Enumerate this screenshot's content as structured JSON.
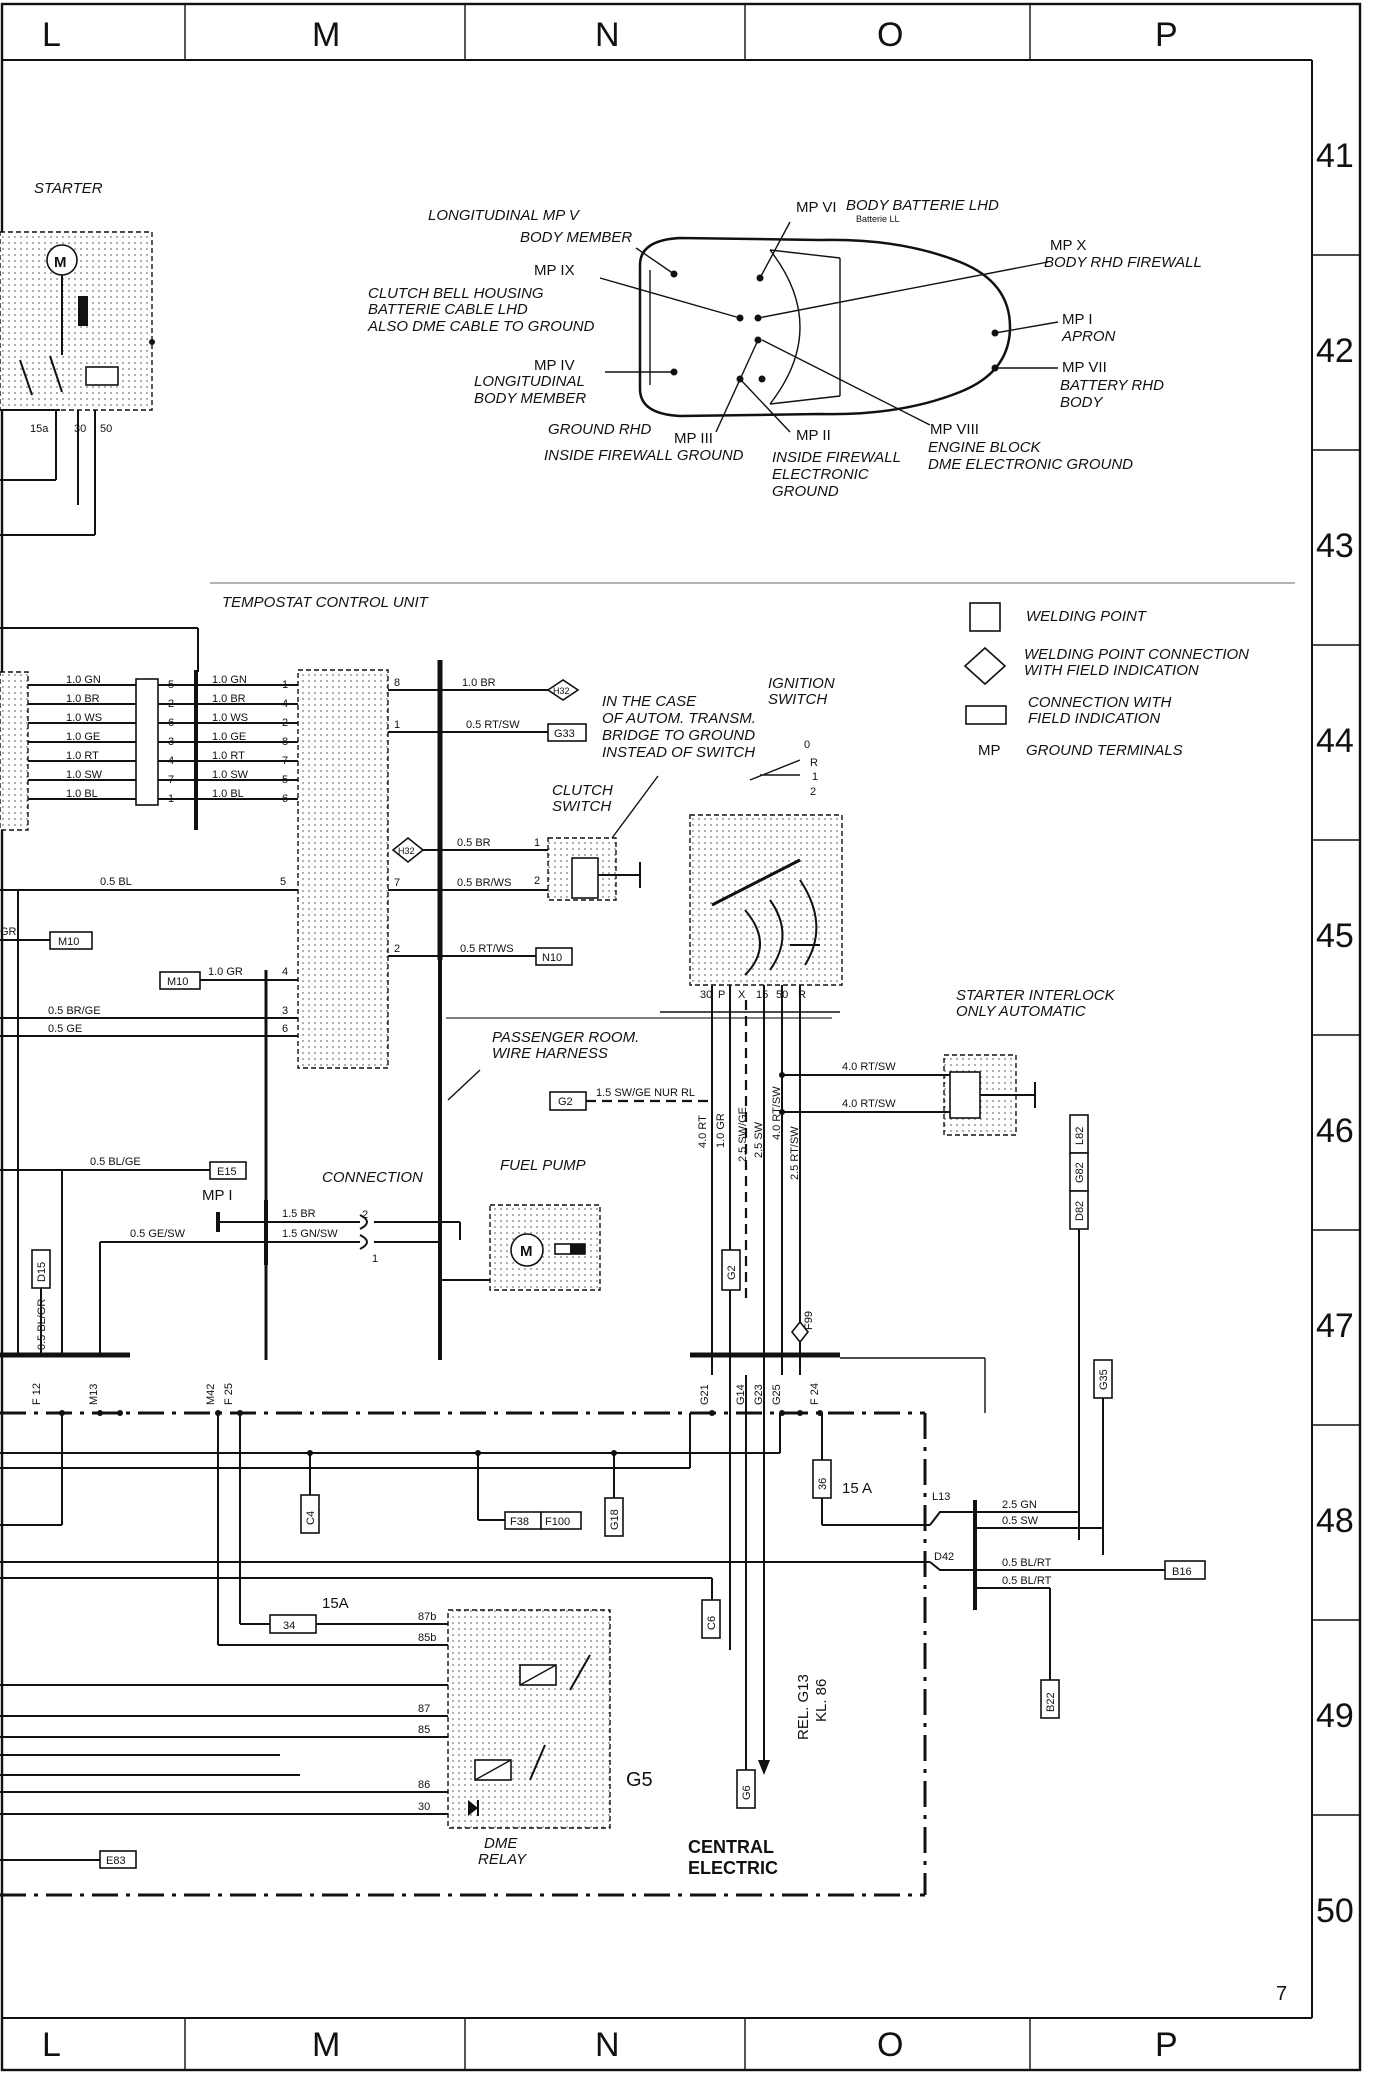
{
  "grid": {
    "columns": [
      "L",
      "M",
      "N",
      "O",
      "P"
    ],
    "rows": [
      "41",
      "42",
      "43",
      "44",
      "45",
      "46",
      "47",
      "48",
      "49",
      "50"
    ],
    "page_number": "7"
  },
  "components": {
    "starter": "STARTER",
    "tempostat": "TEMPOSTAT CONTROL UNIT",
    "ignition_switch": [
      "IGNITION",
      "SWITCH"
    ],
    "ignition_positions": [
      "0",
      "R",
      "1",
      "2"
    ],
    "clutch_switch": [
      "CLUTCH",
      "SWITCH"
    ],
    "autom_note": [
      "IN THE CASE",
      "OF AUTOM. TRANSM.",
      "BRIDGE TO GROUND",
      "INSTEAD OF SWITCH"
    ],
    "starter_interlock": [
      "STARTER INTERLOCK",
      "ONLY AUTOMATIC"
    ],
    "passenger_harness": [
      "PASSENGER ROOM.",
      "WIRE HARNESS"
    ],
    "connection": "CONNECTION",
    "fuel_pump": "FUEL PUMP",
    "dme_relay": [
      "DME",
      "RELAY"
    ],
    "central_electric": [
      "CENTRAL",
      "ELECTRIC"
    ],
    "rel_g13": [
      "REL. G13",
      "KL. 86"
    ],
    "g5": "G5",
    "mp1": "MP I",
    "fuse_15a_a": "15 A",
    "fuse_15a_b": "15A"
  },
  "legend": {
    "welding_point": "WELDING POINT",
    "welding_point_conn": [
      "WELDING POINT CONNECTION",
      "WITH FIELD INDICATION"
    ],
    "connection_field": [
      "CONNECTION WITH",
      "FIELD INDICATION"
    ],
    "mp": "MP",
    "ground_terminals": "GROUND TERMINALS"
  },
  "car_locator": {
    "mp5": [
      "LONGITUDINAL  MP V",
      "BODY MEMBER"
    ],
    "mp6": "MP VI",
    "mp6_desc": "BODY BATTERIE LHD",
    "mp6_sub": "Batterie LL",
    "mp9": "MP IX",
    "mp9_desc": [
      "CLUTCH BELL HOUSING",
      "BATTERIE CABLE LHD",
      "ALSO DME CABLE TO GROUND"
    ],
    "mp4": [
      "MP IV",
      "LONGITUDINAL",
      "BODY MEMBER"
    ],
    "mp10": [
      "MP X",
      "BODY RHD FIREWALL"
    ],
    "mp1": [
      "MP I",
      "APRON"
    ],
    "mp7": [
      "MP VII",
      "BATTERY RHD",
      "BODY"
    ],
    "mp3": [
      "GROUND RHD",
      "MP III",
      "INSIDE FIREWALL GROUND"
    ],
    "mp2": [
      "MP II",
      "INSIDE FIREWALL",
      "ELECTRONIC",
      "GROUND"
    ],
    "mp8": [
      "MP VIII",
      "ENGINE BLOCK",
      "DME ELECTRONIC GROUND"
    ]
  },
  "wire_bundle": {
    "left": [
      "1.0 GN",
      "1.0 BR",
      "1.0 WS",
      "1.0 GE",
      "1.0 RT",
      "1.0 SW",
      "1.0 BL"
    ],
    "mid_pins": [
      "5",
      "2",
      "6",
      "3",
      "4",
      "7",
      "1"
    ],
    "right": [
      "1.0 GN",
      "1.0 BR",
      "1.0 WS",
      "1.0 GE",
      "1.0 RT",
      "1.0 SW",
      "1.0 BL"
    ],
    "right_pins": [
      "1",
      "4",
      "2",
      "8",
      "7",
      "5",
      "6"
    ]
  },
  "wires": {
    "bl05": "0.5 BL",
    "gr": "GR",
    "gr10": "1.0 GR",
    "brge": "0.5 BR/GE",
    "ge05": "0.5 GE",
    "blge": "0.5 BL/GE",
    "gesw": "0.5 GE/SW",
    "br15": "1.5 BR",
    "gnsw15": "1.5 GN/SW",
    "blgr": "0.5 BL/GR",
    "br10": "1.0 BR",
    "rtsw05": "0.5 RT/SW",
    "br05": "0.5 BR",
    "brws": "0.5 BR/WS",
    "rtws": "0.5 RT/WS",
    "swge_g2": "1.5 SW/GE  NUR RL",
    "rt40": "4.0 RT",
    "gr10v": "1.0 GR",
    "swge25": "2.5 SW/GE",
    "sw25": "2.5 SW",
    "rtsw40": "4.0 RT/SW",
    "rtsw25": "2.5 RT/SW",
    "interlock_a": "4.0 RT/SW",
    "interlock_b": "4.0 RT/SW",
    "gn25": "2.5 GN",
    "sw05": "0.5 SW",
    "blrt_a": "0.5 BL/RT",
    "blrt_b": "0.5 BL/RT"
  },
  "pins": {
    "tempostat_left": [
      "5",
      "4",
      "3",
      "6"
    ],
    "tempostat_right": [
      "8",
      "1",
      "7",
      "2"
    ],
    "ign_terminals": [
      "30",
      "P",
      "X",
      "15",
      "50",
      "R"
    ],
    "starter_terms": [
      "15a",
      "30",
      "50"
    ],
    "relay_pins": [
      "87b",
      "85b",
      "87",
      "85",
      "86",
      "30"
    ],
    "clutch_pins": [
      "1",
      "2"
    ],
    "conn_pins": [
      "2",
      "1"
    ],
    "l13": "L13",
    "d42": "D42"
  },
  "connectors": {
    "h32a": "H32",
    "g33": "G33",
    "h32b": "H32",
    "n10": "N10",
    "m10a": "M10",
    "m10b": "M10",
    "g2": "G2",
    "e15": "E15",
    "d15": "D15",
    "g2v": "G2",
    "f99": "F99",
    "d82": "D82",
    "g82": "G82",
    "l82": "L82",
    "g35": "G35",
    "c4": "C4",
    "f38": "F38",
    "f100": "F100",
    "g18": "G18",
    "c6": "C6",
    "g6": "G6",
    "b16": "B16",
    "b22": "B22",
    "e83": "E83",
    "fuse34": "34",
    "fuse36": "36"
  },
  "bus": {
    "f12": "F 12",
    "m13": "M13",
    "m42": "M42",
    "f25": "F 25",
    "g21": "G21",
    "g14": "G14",
    "g23": "G23",
    "g25": "G25",
    "f24": "F 24"
  }
}
